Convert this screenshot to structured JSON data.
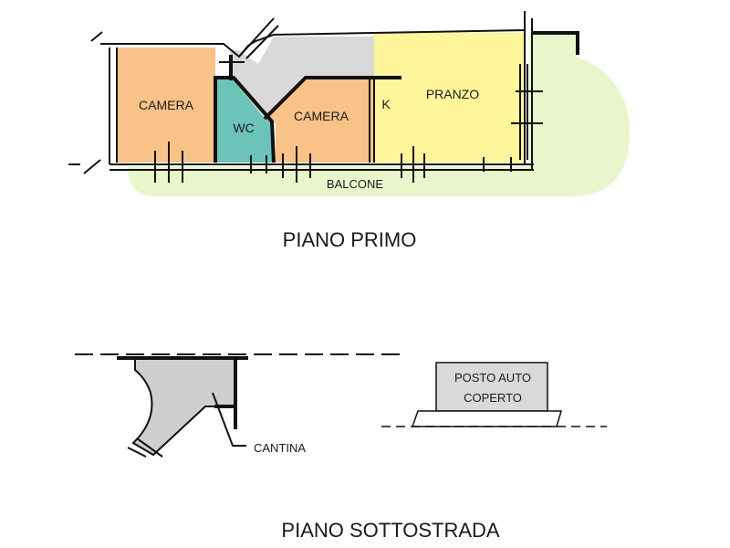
{
  "colors": {
    "camera": "#f8c288",
    "wc": "#6cc3b9",
    "corridor": "#d9d9d9",
    "pranzo": "#fff59a",
    "balcone": "#e9f6cc",
    "cantina": "#cfcfcf",
    "posto_auto": "#d9d9d9"
  },
  "piano_primo": {
    "title": "PIANO PRIMO",
    "rooms": {
      "camera_1": "CAMERA",
      "wc": "WC",
      "camera_2": "CAMERA",
      "kitchen": "K",
      "pranzo": "PRANZO",
      "balcone": "BALCONE"
    }
  },
  "piano_sottostrada": {
    "title": "PIANO SOTTOSTRADA",
    "cantina": "CANTINA",
    "posto_auto_line1": "POSTO AUTO",
    "posto_auto_line2": "COPERTO"
  }
}
